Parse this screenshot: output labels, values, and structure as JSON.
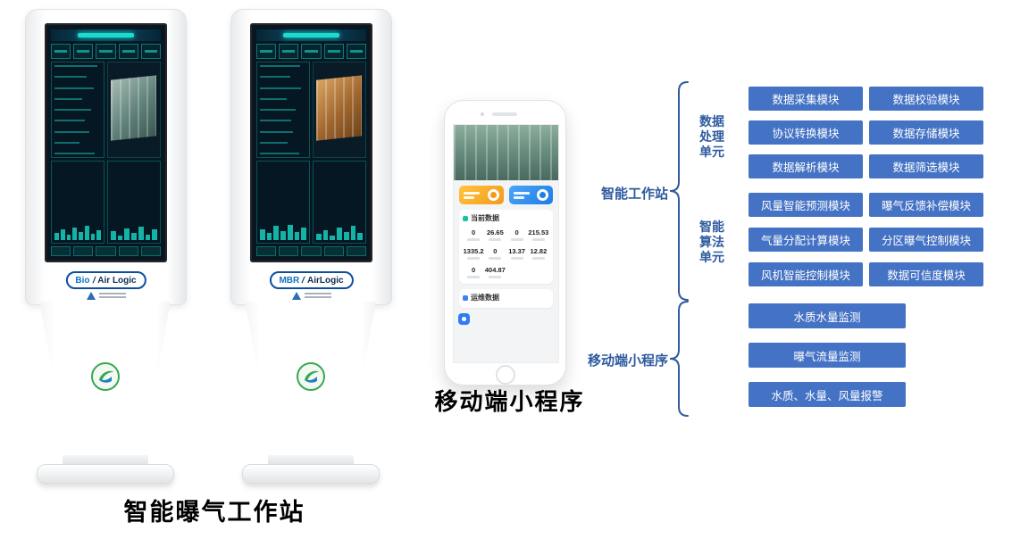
{
  "captions": {
    "kiosk": "智能曝气工作站",
    "phone": "移动端小程序"
  },
  "kiosks": {
    "left": {
      "logo_prefix": "Bio",
      "divider": "/",
      "logo_suffix": "Air Logic"
    },
    "right": {
      "logo_prefix": "MBR",
      "divider": "/",
      "logo_suffix": "AirLogic"
    }
  },
  "phone": {
    "section1": "当前数据",
    "section2": "运维数据",
    "stats_row1": [
      "0",
      "26.65",
      "0",
      "215.53"
    ],
    "stats_row2": [
      "1335.2",
      "0",
      "13.37",
      "12.82"
    ],
    "stats_row3": [
      "0",
      "404.87"
    ]
  },
  "diagram": {
    "workstation_label": "智能工作站",
    "group1_label": [
      "数据",
      "处理",
      "单元"
    ],
    "group2_label": [
      "智能",
      "算法",
      "单元"
    ],
    "group1_modules": [
      "数据采集模块",
      "数据校验模块",
      "协议转换模块",
      "数据存储模块",
      "数据解析模块",
      "数据筛选模块"
    ],
    "group2_modules": [
      "风量智能预测模块",
      "曝气反馈补偿模块",
      "气量分配计算模块",
      "分区曝气控制模块",
      "风机智能控制模块",
      "数据可信度模块"
    ],
    "mobile_label": "移动端小程序",
    "mobile_items": [
      "水质水量监测",
      "曝气流量监测",
      "水质、水量、风量报警"
    ]
  },
  "icons": {
    "eco_logo": "green-blue-leaf-swirl",
    "brand_logo": "blue-triangle",
    "app_button_icon": "white-circle",
    "section_dot": "rounded-square",
    "float_icon": "chat-bubble",
    "home_button": "circle-outline"
  },
  "colors": {
    "module_box": "#4472C4",
    "diagram_label": "#2E5B9F",
    "dashboard_accent": "#1adbcd",
    "button_orange": "#f5991c",
    "button_blue": "#1e7de6"
  }
}
